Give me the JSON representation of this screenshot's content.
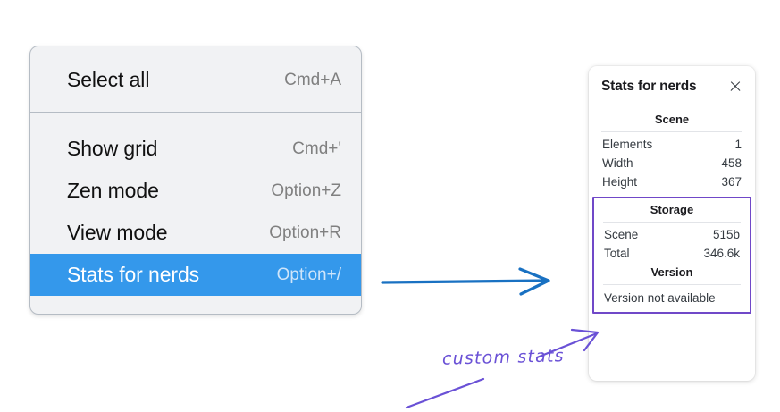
{
  "context_menu": {
    "name": "canvas-context-menu",
    "groups": [
      {
        "items": [
          {
            "label": "Select all",
            "shortcut": "Cmd+A",
            "selected": false
          }
        ]
      },
      {
        "items": [
          {
            "label": "Show grid",
            "shortcut": "Cmd+'",
            "selected": false
          },
          {
            "label": "Zen mode",
            "shortcut": "Option+Z",
            "selected": false
          },
          {
            "label": "View mode",
            "shortcut": "Option+R",
            "selected": false
          },
          {
            "label": "Stats for nerds",
            "shortcut": "Option+/",
            "selected": true
          }
        ]
      }
    ],
    "highlight_color": "#3498eb",
    "background_color": "#f1f2f4"
  },
  "stats_panel": {
    "title": "Stats for nerds",
    "close_icon": "close-icon",
    "sections": [
      {
        "heading": "Scene",
        "rows": [
          {
            "label": "Elements",
            "value": "1"
          },
          {
            "label": "Width",
            "value": "458"
          },
          {
            "label": "Height",
            "value": "367"
          }
        ]
      },
      {
        "heading": "Storage",
        "rows": [
          {
            "label": "Scene",
            "value": "515b"
          },
          {
            "label": "Total",
            "value": "346.6k"
          }
        ]
      },
      {
        "heading": "Version",
        "single_line": "Version not available"
      }
    ],
    "highlight_outline_color": "#7048c8"
  },
  "annotations": {
    "handwritten_note": "custom stats",
    "note_color": "#6a51d6",
    "blue_arrow_color": "#1971c2",
    "purple_arrow_color": "#6a51d6"
  }
}
